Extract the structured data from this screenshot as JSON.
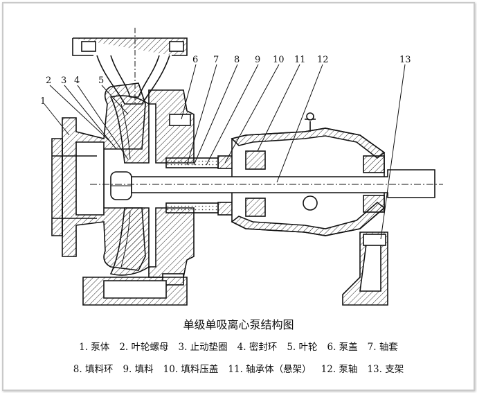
{
  "title": "单级单吸离心泵结构图",
  "callout_numbers": [
    "1",
    "2",
    "3",
    "4",
    "5",
    "6",
    "7",
    "8",
    "9",
    "10",
    "11",
    "12",
    "13"
  ],
  "legend_row1": [
    "1. 泵体",
    "2. 叶轮螺母",
    "3. 止动垫圈",
    "4. 密封环",
    "5. 叶轮",
    "6. 泵盖",
    "7. 轴套"
  ],
  "legend_row2": [
    "8. 填料环",
    "9. 填料",
    "10. 填料压盖",
    "11. 轴承体（悬架）",
    "12. 泵轴",
    "13. 支架"
  ]
}
